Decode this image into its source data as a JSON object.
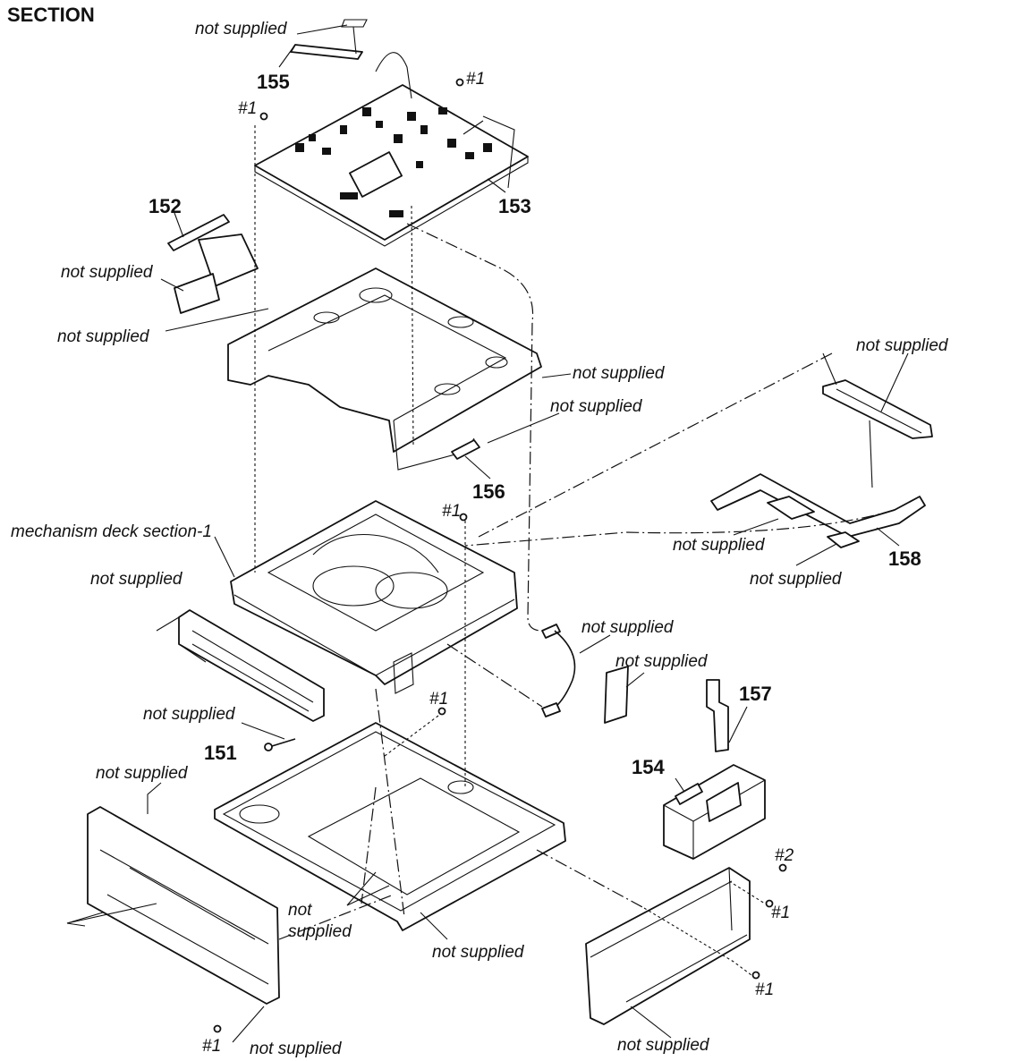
{
  "header": {
    "title": "SECTION"
  },
  "labels": {
    "not_supplied": "not supplied",
    "not": "not",
    "supplied": "supplied",
    "mechanism_deck": "mechanism deck section-1",
    "screw_1": "#1",
    "screw_2": "#2"
  },
  "parts": {
    "p151": "151",
    "p152": "152",
    "p153": "153",
    "p154": "154",
    "p155": "155",
    "p156": "156",
    "p157": "157",
    "p158": "158"
  }
}
